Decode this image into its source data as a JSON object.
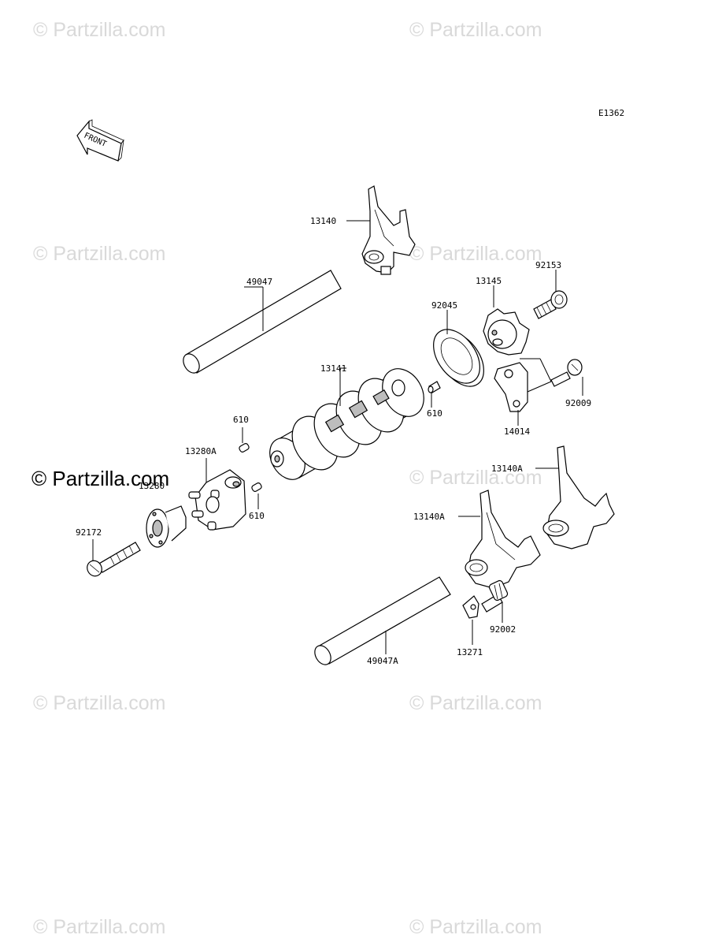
{
  "diagram_code": "E1362",
  "front_label": "FRONT",
  "watermarks": {
    "faint": "© Partzilla.com",
    "strong": "© Partzilla.com"
  },
  "part_numbers": {
    "fork_top": "13140",
    "shaft_top": "49047",
    "drum": "13141",
    "bearing": "92045",
    "holder": "13145",
    "bolt_top": "92153",
    "pin_right": "610",
    "plate": "14014",
    "screw_right": "92009",
    "pin_left_top": "610",
    "pin_cam": "13280A",
    "pin_left_bottom": "610",
    "cam_hidden": "13280",
    "screw_left": "92172",
    "fork_right": "13140A",
    "fork_mid": "13140A",
    "stopper": "13271",
    "bolt_bottom": "92002",
    "shaft_bottom": "49047A"
  }
}
